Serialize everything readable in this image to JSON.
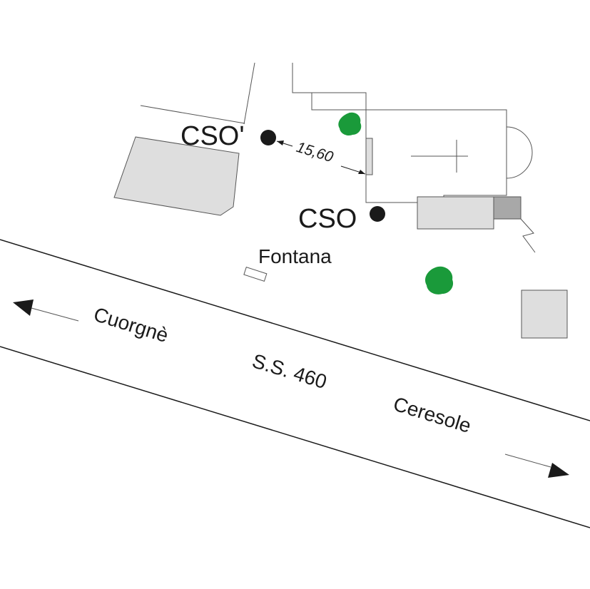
{
  "map": {
    "labels": {
      "cso_prime": "CSO'",
      "cso": "CSO",
      "distance": "15,60",
      "fontana": "Fontana",
      "road": "S.S. 460",
      "direction_left": "Cuorgnè",
      "direction_right": "Ceresole"
    },
    "colors": {
      "building_fill": "#dedede",
      "building_dark_fill": "#a8a8a8",
      "outline": "#555555",
      "road_edge": "#1a1a1a",
      "tree": "#1a9a3a",
      "point": "#1a1a1a"
    },
    "icons": {
      "point_marker": "filled-circle",
      "tree": "tree-symbol",
      "arrow": "arrowhead"
    }
  }
}
